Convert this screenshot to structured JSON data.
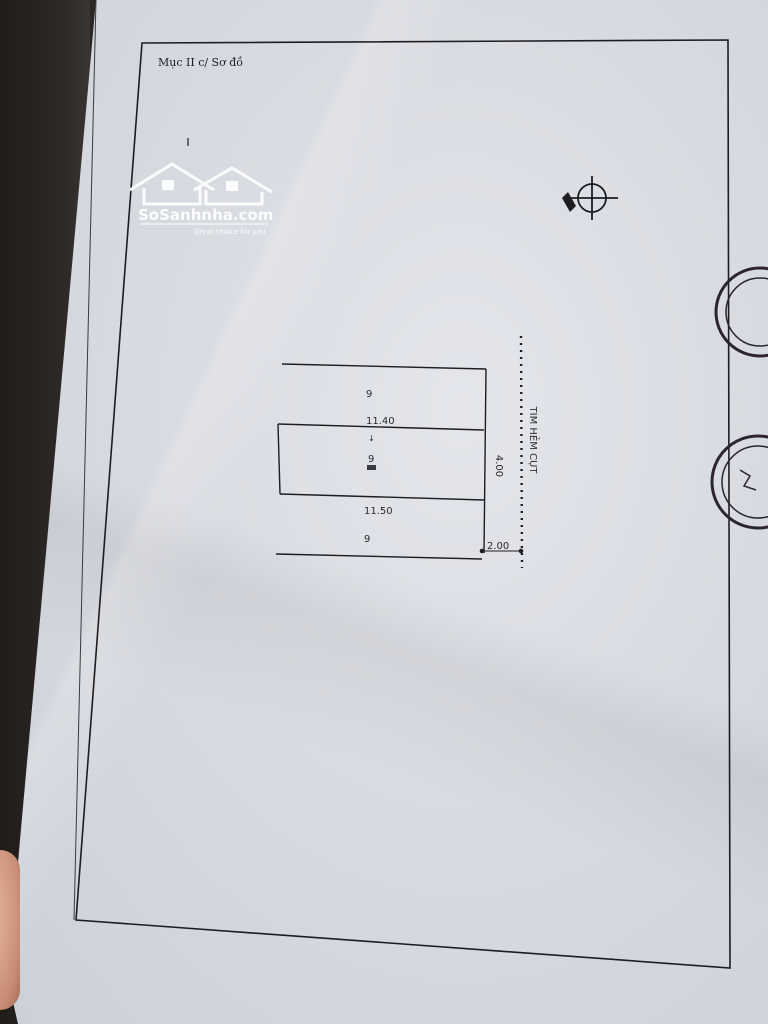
{
  "document": {
    "section_title": "Mục II c/ Sơ đồ"
  },
  "watermark": {
    "brand": "SoSanhnha.com",
    "tagline": "Great choice for you"
  },
  "plot": {
    "dim_top": "11.40",
    "dim_bottom": "11.50",
    "dim_depth": "4.00",
    "dim_alley": "2.00",
    "parcel_top": "9",
    "parcel_main": "9",
    "parcel_bottom": "9",
    "alley_label": "TIM HẺM CỤT"
  },
  "colors": {
    "paper": "#dcdee4",
    "ink": "#1d1d22",
    "watermark": "#ffffff"
  }
}
